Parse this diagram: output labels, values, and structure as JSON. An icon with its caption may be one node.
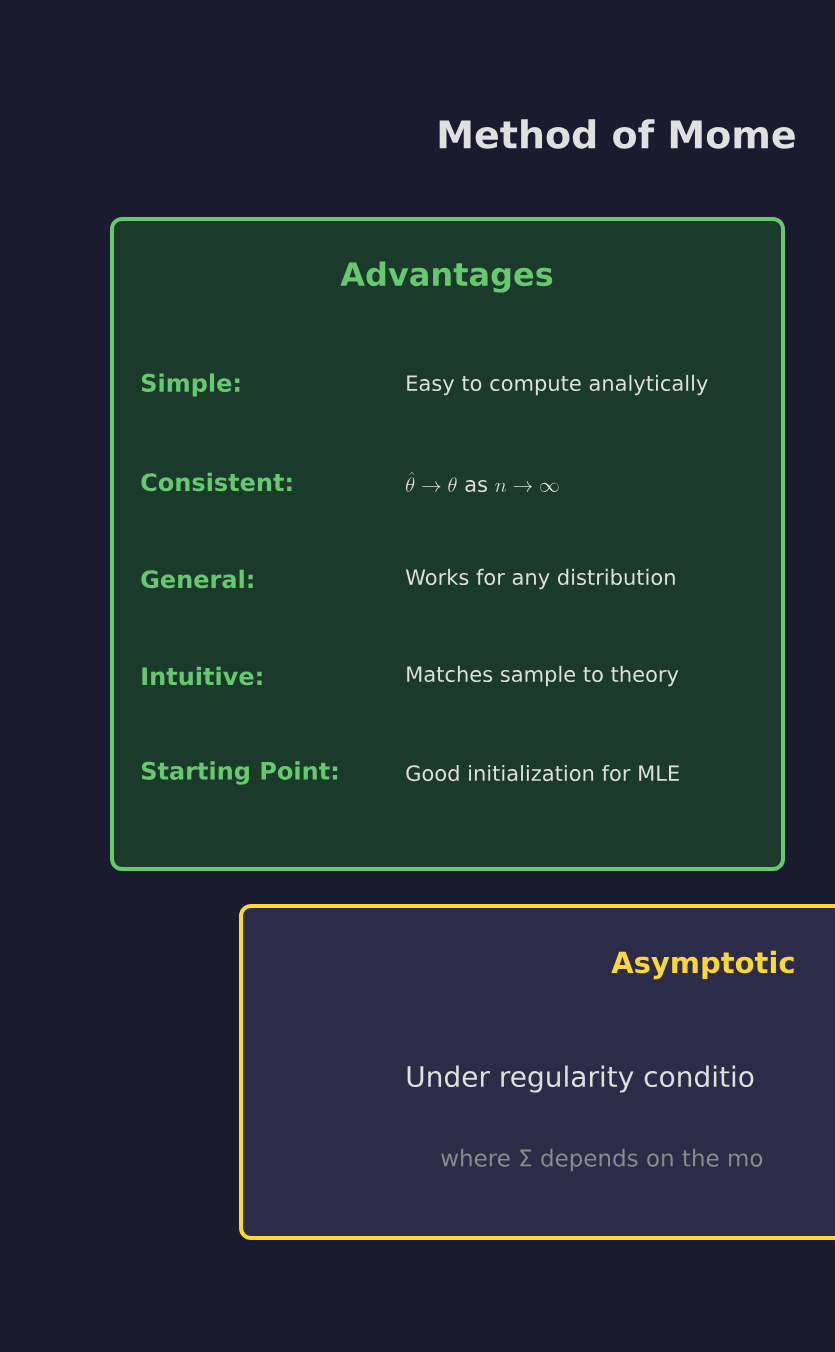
{
  "diagram": {
    "title": "Method of Mome",
    "nodes": [
      {
        "text": [
          "Advantages",
          "Simple:",
          "Easy to compute analytically",
          "Consistent:",
          "\\hat{\\theta}\\to\\theta\\mbox{ as }n\\to\\infty",
          "General:",
          "Works for any distribution",
          "Intuitive:",
          "Matches sample to theory",
          "Starting Point:",
          "Good initialization for MLE"
        ]
      },
      {
        "text": [
          "Asymptotic",
          "Under regularity conditio",
          "where Σ depends on the mo"
        ]
      }
    ]
  }
}
